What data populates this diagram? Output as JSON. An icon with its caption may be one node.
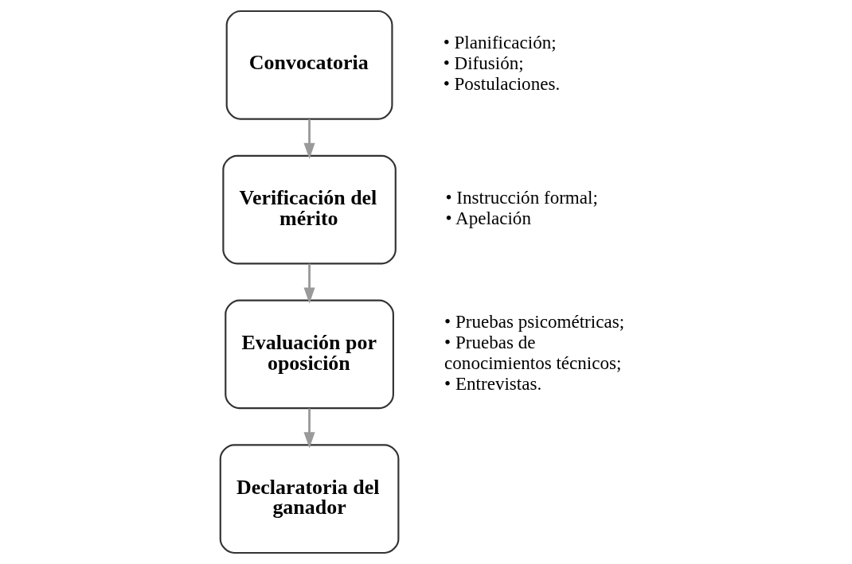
{
  "diagram": {
    "nodes": [
      {
        "text": [
          "Convocatoria"
        ],
        "beside": [
          "• Planificación;",
          "• Difusión;",
          "• Postulaciones."
        ]
      },
      {
        "text": [
          "Verificación del mérito"
        ],
        "beside": [
          "• Instrucción formal;",
          "• Apelación"
        ]
      },
      {
        "text": [
          "Evaluación por oposición"
        ],
        "beside": [
          "• Pruebas psicométricas;",
          "• Pruebas de conocimientos técnicos;",
          "• Entrevistas."
        ]
      },
      {
        "text": [
          "Declaratoria del ganador"
        ]
      }
    ],
    "edges": [
      {
        "from": 0,
        "to": 1,
        "arrow": "to"
      },
      {
        "from": 1,
        "to": 2,
        "arrow": "to"
      },
      {
        "from": 2,
        "to": 3,
        "arrow": "to"
      }
    ]
  }
}
